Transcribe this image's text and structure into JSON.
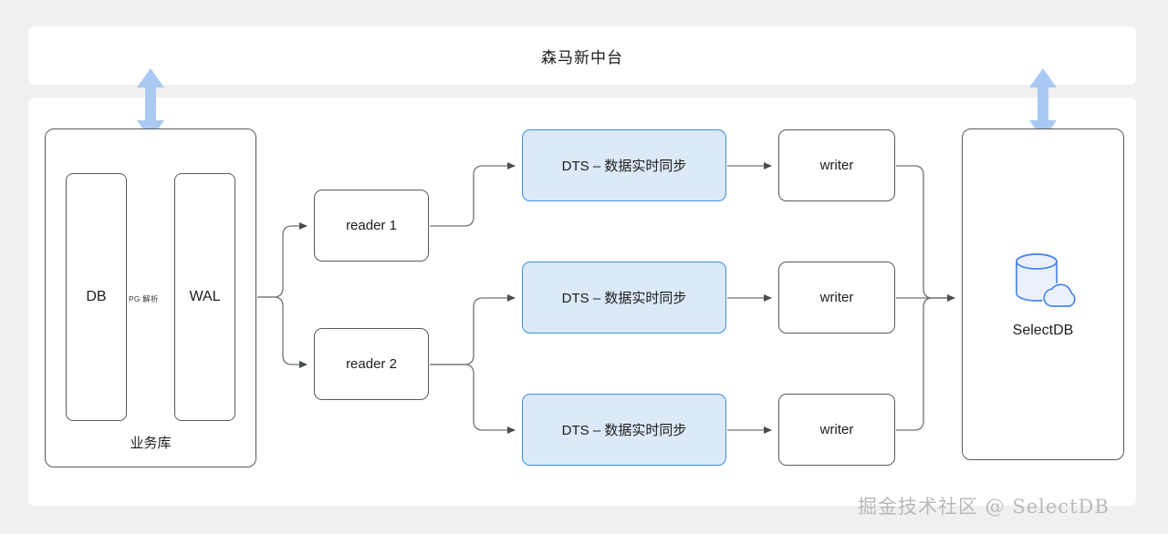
{
  "page": {
    "background_color": "#f0f0f0",
    "watermark": "掘金技术社区 @ SelectDB"
  },
  "title_panel": {
    "title": "森马新中台"
  },
  "diagram": {
    "source": {
      "container_label": "业务库",
      "db_label": "DB",
      "wal_label": "WAL",
      "edge_label": "PG 解析"
    },
    "readers": [
      {
        "label": "reader 1"
      },
      {
        "label": "reader 2"
      }
    ],
    "dts_nodes": [
      {
        "label": "DTS – 数据实时同步"
      },
      {
        "label": "DTS – 数据实时同步"
      },
      {
        "label": "DTS – 数据实时同步"
      }
    ],
    "writers": [
      {
        "label": "writer"
      },
      {
        "label": "writer"
      },
      {
        "label": "writer"
      }
    ],
    "sink": {
      "label": "SelectDB",
      "icon": "database-cloud-icon"
    },
    "sync_arrows": [
      {
        "name": "left-bidirectional-arrow"
      },
      {
        "name": "right-bidirectional-arrow"
      }
    ]
  },
  "colors": {
    "dts_fill": "#dbe9f8",
    "dts_border": "#3f8fdc",
    "node_border": "#555b5e",
    "connector": "#6f7477",
    "arrow_blue": "#a9c9f2",
    "sink_icon_blue": "#4a86e8",
    "watermark": "#b9b9b9"
  }
}
